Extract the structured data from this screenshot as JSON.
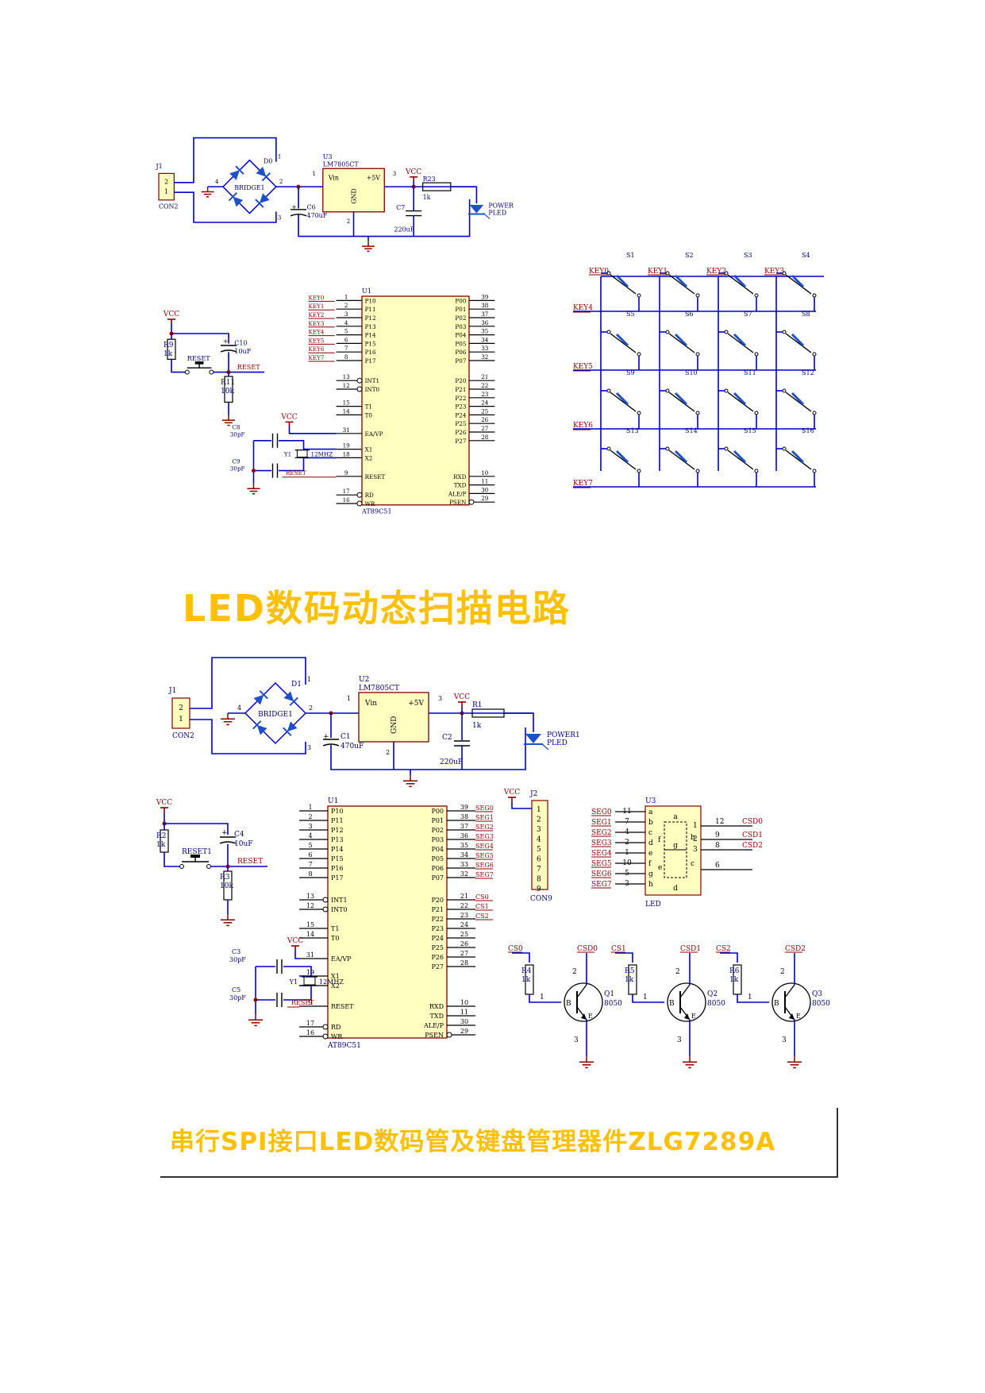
{
  "colors": {
    "wire": "#0000cc",
    "dark": "#000000",
    "chip_fill": "#ffffc0",
    "chip_stroke": "#800000",
    "text": "#000080",
    "net": "#8b0000",
    "heading": "#ffc000",
    "diode": "#1e50c8"
  },
  "headings": {
    "led_dynamic_scan": "LED数码动态扫描电路",
    "spi_zlg7289a": "串行SPI接口LED数码管及键盘管理器件ZLG7289A"
  },
  "top_circuit": {
    "connector": {
      "ref": "J1",
      "name": "CON2",
      "pins": [
        "2",
        "1"
      ]
    },
    "bridge": {
      "ref": "D0",
      "name": "BRIDGE1",
      "pins": [
        "1",
        "2",
        "3",
        "4"
      ]
    },
    "regulator": {
      "ref": "U3",
      "part": "LM7805CT",
      "vin": "Vin",
      "out": "+5V",
      "gnd": "GND",
      "pin_in": "1",
      "pin_out": "3",
      "pin_gnd": "2"
    },
    "c6": {
      "ref": "C6",
      "value": "470uF",
      "plus": "+"
    },
    "c7": {
      "ref": "C7",
      "value": "220uF"
    },
    "vcc": "VCC",
    "r23": {
      "ref": "R23",
      "value": "1k"
    },
    "led": {
      "ref": "POWER",
      "sub": "PLED"
    },
    "mcu": {
      "ref": "U1",
      "part": "AT89C51",
      "left": [
        {
          "pin": "1",
          "name": "P10",
          "net": "KEY0"
        },
        {
          "pin": "2",
          "name": "P11",
          "net": "KEY1"
        },
        {
          "pin": "3",
          "name": "P12",
          "net": "KEY2"
        },
        {
          "pin": "4",
          "name": "P13",
          "net": "KEY3"
        },
        {
          "pin": "5",
          "name": "P14",
          "net": "KEY4"
        },
        {
          "pin": "6",
          "name": "P15",
          "net": "KEY5"
        },
        {
          "pin": "7",
          "name": "P16",
          "net": "KEY6"
        },
        {
          "pin": "8",
          "name": "P17",
          "net": "KEY7"
        },
        {
          "pin": "13",
          "name": "INT1",
          "net": ""
        },
        {
          "pin": "12",
          "name": "INT0",
          "net": ""
        },
        {
          "pin": "15",
          "name": "T1",
          "net": ""
        },
        {
          "pin": "14",
          "name": "T0",
          "net": ""
        },
        {
          "pin": "31",
          "name": "EA/VP",
          "net": ""
        },
        {
          "pin": "19",
          "name": "X1",
          "net": ""
        },
        {
          "pin": "18",
          "name": "X2",
          "net": ""
        },
        {
          "pin": "9",
          "name": "RESET",
          "net": ""
        },
        {
          "pin": "17",
          "name": "RD",
          "net": ""
        },
        {
          "pin": "16",
          "name": "WR",
          "net": ""
        }
      ],
      "right": [
        {
          "pin": "39",
          "name": "P00",
          "net": ""
        },
        {
          "pin": "38",
          "name": "P01",
          "net": ""
        },
        {
          "pin": "37",
          "name": "P02",
          "net": ""
        },
        {
          "pin": "36",
          "name": "P03",
          "net": ""
        },
        {
          "pin": "35",
          "name": "P04",
          "net": ""
        },
        {
          "pin": "34",
          "name": "P05",
          "net": ""
        },
        {
          "pin": "33",
          "name": "P06",
          "net": ""
        },
        {
          "pin": "32",
          "name": "P07",
          "net": ""
        },
        {
          "pin": "21",
          "name": "P20",
          "net": ""
        },
        {
          "pin": "22",
          "name": "P21",
          "net": ""
        },
        {
          "pin": "23",
          "name": "P22",
          "net": ""
        },
        {
          "pin": "24",
          "name": "P23",
          "net": ""
        },
        {
          "pin": "25",
          "name": "P24",
          "net": ""
        },
        {
          "pin": "26",
          "name": "P25",
          "net": ""
        },
        {
          "pin": "27",
          "name": "P26",
          "net": ""
        },
        {
          "pin": "28",
          "name": "P27",
          "net": ""
        },
        {
          "pin": "10",
          "name": "RXD",
          "net": ""
        },
        {
          "pin": "11",
          "name": "TXD",
          "net": ""
        },
        {
          "pin": "30",
          "name": "ALE/P",
          "net": ""
        },
        {
          "pin": "29",
          "name": "PSEN",
          "net": ""
        }
      ]
    },
    "reset": {
      "vcc": "VCC",
      "r9": "R9",
      "r9v": "1k",
      "c10": "C10",
      "c10v": "10uF",
      "sw": "RESET",
      "net": "RESET",
      "r11": "R11",
      "r11v": "10k"
    },
    "xtal": {
      "c8": "C8",
      "c8v": "30pF",
      "c9": "C9",
      "c9v": "30pF",
      "y": "Y1",
      "yv": "12MHZ",
      "vcc": "VCC",
      "rnet": "RESET"
    },
    "keypad": {
      "cols": [
        "KEY0",
        "KEY1",
        "KEY2",
        "KEY3"
      ],
      "rows": [
        "KEY4",
        "KEY5",
        "KEY6",
        "KEY7"
      ],
      "switches": [
        "S1",
        "S2",
        "S3",
        "S4",
        "S5",
        "S6",
        "S7",
        "S8",
        "S9",
        "S10",
        "S11",
        "S12",
        "S13",
        "S14",
        "S15",
        "S16"
      ]
    }
  },
  "bottom_circuit": {
    "connector": {
      "ref": "J1",
      "name": "CON2",
      "pins": [
        "2",
        "1"
      ]
    },
    "bridge": {
      "ref": "D1",
      "name": "BRIDGE1",
      "pins": [
        "1",
        "2",
        "3",
        "4"
      ]
    },
    "regulator": {
      "ref": "U2",
      "part": "LM7805CT",
      "vin": "Vin",
      "out": "+5V",
      "gnd": "GND",
      "pin_in": "1",
      "pin_out": "3",
      "pin_gnd": "2"
    },
    "c1": {
      "ref": "C1",
      "value": "470uF",
      "plus": "+"
    },
    "c2": {
      "ref": "C2",
      "value": "220uF"
    },
    "vcc": "VCC",
    "r1": {
      "ref": "R1",
      "value": "1k"
    },
    "led": {
      "ref": "POWER1",
      "sub": "PLED"
    },
    "mcu": {
      "ref": "U1",
      "part": "AT89C51",
      "left": [
        {
          "pin": "1",
          "name": "P10",
          "net": ""
        },
        {
          "pin": "2",
          "name": "P11",
          "net": ""
        },
        {
          "pin": "3",
          "name": "P12",
          "net": ""
        },
        {
          "pin": "4",
          "name": "P13",
          "net": ""
        },
        {
          "pin": "5",
          "name": "P14",
          "net": ""
        },
        {
          "pin": "6",
          "name": "P15",
          "net": ""
        },
        {
          "pin": "7",
          "name": "P16",
          "net": ""
        },
        {
          "pin": "8",
          "name": "P17",
          "net": ""
        },
        {
          "pin": "13",
          "name": "INT1",
          "net": ""
        },
        {
          "pin": "12",
          "name": "INT0",
          "net": ""
        },
        {
          "pin": "15",
          "name": "T1",
          "net": ""
        },
        {
          "pin": "14",
          "name": "T0",
          "net": ""
        },
        {
          "pin": "31",
          "name": "EA/VP",
          "net": ""
        },
        {
          "pin": "19",
          "name": "X1",
          "net": ""
        },
        {
          "pin": "18",
          "name": "X2",
          "net": ""
        },
        {
          "pin": "9",
          "name": "RESET",
          "net": ""
        },
        {
          "pin": "17",
          "name": "RD",
          "net": ""
        },
        {
          "pin": "16",
          "name": "WR",
          "net": ""
        }
      ],
      "right": [
        {
          "pin": "39",
          "name": "P00",
          "net": "SEG0"
        },
        {
          "pin": "38",
          "name": "P01",
          "net": "SEG1"
        },
        {
          "pin": "37",
          "name": "P02",
          "net": "SEG2"
        },
        {
          "pin": "36",
          "name": "P03",
          "net": "SEG3"
        },
        {
          "pin": "35",
          "name": "P04",
          "net": "SEG4"
        },
        {
          "pin": "34",
          "name": "P05",
          "net": "SEG5"
        },
        {
          "pin": "33",
          "name": "P06",
          "net": "SEG6"
        },
        {
          "pin": "32",
          "name": "P07",
          "net": "SEG7"
        },
        {
          "pin": "21",
          "name": "P20",
          "net": "CS0"
        },
        {
          "pin": "22",
          "name": "P21",
          "net": "CS1"
        },
        {
          "pin": "23",
          "name": "P22",
          "net": "CS2"
        },
        {
          "pin": "24",
          "name": "P23",
          "net": ""
        },
        {
          "pin": "25",
          "name": "P24",
          "net": ""
        },
        {
          "pin": "26",
          "name": "P25",
          "net": ""
        },
        {
          "pin": "27",
          "name": "P26",
          "net": ""
        },
        {
          "pin": "28",
          "name": "P27",
          "net": ""
        },
        {
          "pin": "10",
          "name": "RXD",
          "net": ""
        },
        {
          "pin": "11",
          "name": "TXD",
          "net": ""
        },
        {
          "pin": "30",
          "name": "ALE/P",
          "net": ""
        },
        {
          "pin": "29",
          "name": "PSEN",
          "net": ""
        }
      ]
    },
    "reset": {
      "vcc": "VCC",
      "r2": "R2",
      "r2v": "1k",
      "c4": "C4",
      "c4v": "10uF",
      "sw": "RESET1",
      "net": "RESET",
      "r3": "R3",
      "r3v": "10k"
    },
    "xtal": {
      "c3": "C3",
      "c3v": "30pF",
      "c5": "C5",
      "c5v": "30pF",
      "y": "Y1",
      "yv": "12MHZ",
      "vcc": "VCC",
      "rnet": "RESET"
    },
    "j2": {
      "ref": "J2",
      "name": "CON9",
      "vcc": "VCC",
      "pins": [
        "1",
        "2",
        "3",
        "4",
        "5",
        "6",
        "7",
        "8",
        "9"
      ]
    },
    "display": {
      "ref": "U3",
      "name": "LED",
      "inputs": [
        {
          "net": "SEG0",
          "pin": "11",
          "seg": "a"
        },
        {
          "net": "SEG1",
          "pin": "7",
          "seg": "b"
        },
        {
          "net": "SEG2",
          "pin": "4",
          "seg": "c"
        },
        {
          "net": "SEG3",
          "pin": "2",
          "seg": "d"
        },
        {
          "net": "SEG4",
          "pin": "1",
          "seg": "e"
        },
        {
          "net": "SEG5",
          "pin": "10",
          "seg": "f"
        },
        {
          "net": "SEG6",
          "pin": "5",
          "seg": "g"
        },
        {
          "net": "SEG7",
          "pin": "3",
          "seg": "h"
        }
      ],
      "outputs": [
        {
          "pin": "12",
          "net": "CSD0"
        },
        {
          "pin": "9",
          "net": "CSD1"
        },
        {
          "pin": "8",
          "net": "CSD2"
        },
        {
          "pin": "6",
          "net": ""
        }
      ]
    },
    "drivers": [
      {
        "cs": "CS0",
        "csd": "CSD0",
        "r": "R4",
        "rv": "1k",
        "q": "Q1",
        "qv": "8050"
      },
      {
        "cs": "CS1",
        "csd": "CSD1",
        "r": "R5",
        "rv": "1k",
        "q": "Q2",
        "qv": "8050"
      },
      {
        "cs": "CS2",
        "csd": "CSD2",
        "r": "R6",
        "rv": "1k",
        "q": "Q3",
        "qv": "8050"
      }
    ]
  }
}
